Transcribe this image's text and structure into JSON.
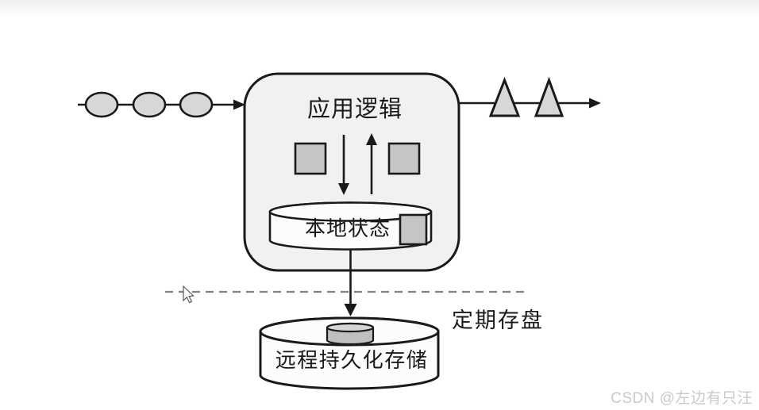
{
  "labels": {
    "app_logic": "应用逻辑",
    "local_state": "本地状态",
    "remote_storage": "远程持久化存储",
    "checkpoint": "定期存盘"
  },
  "watermark": {
    "text": "CSDN @左边有只汪",
    "color": "#cacaca"
  },
  "colors": {
    "outline": "#1a1a1a",
    "box_fill": "#f1f1f1",
    "event_fill": "#d7d7d7",
    "record_fill": "#c5c5c5",
    "cylinder_fill": "#fcfcfc",
    "small_cylinder_fill": "#bfbfbf",
    "small_cylinder_top_fill": "#d5d5d5",
    "dashed_line": "#808080"
  }
}
